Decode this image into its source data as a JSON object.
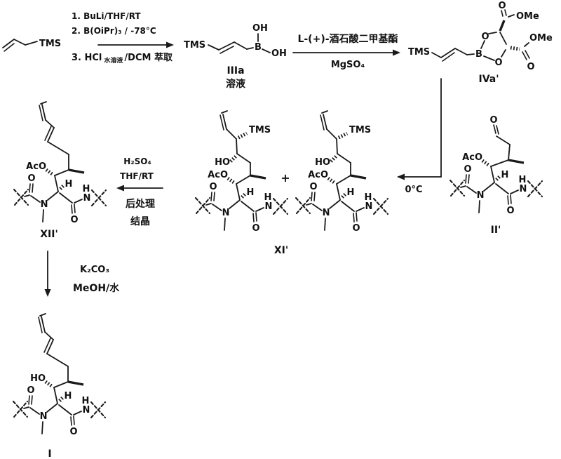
{
  "scheme": {
    "background": "#ffffff",
    "ink": "#1a1a1a"
  },
  "reagents": {
    "step1_line1": "1. BuLi/THF/RT",
    "step1_line2": "2. B(OiPr)₃ / -78°C",
    "step1_line3_pre": "3. HCl",
    "step1_line3_sub": "水溶液",
    "step1_line3_post": "/DCM 萃取",
    "step2_above": "L-(+)-酒石酸二甲基酯",
    "step2_below": "MgSO₄",
    "step3_temp": "0°C",
    "step4_line1": "H₂SO₄",
    "step4_line2": "THF/RT",
    "step4_line3": "后处理",
    "step4_line4": "结晶",
    "step5_line1": "K₂CO₃",
    "step5_line2": "MeOH/水"
  },
  "compounds": {
    "start": {
      "tms": "TMS"
    },
    "iiia": {
      "tms": "TMS",
      "b": "B",
      "oh_top": "OH",
      "oh_right": "OH",
      "label": "IIIa",
      "sublabel": "溶液"
    },
    "iva": {
      "tms": "TMS",
      "b": "B",
      "o_ring_left": "O",
      "o_ring_bottom": "O",
      "o_top": "O",
      "ome_top": "OMe",
      "ome_right": "OMe",
      "o_right": "O",
      "label": "IVa'"
    },
    "ii": {
      "o_aldehyde": "O",
      "aco": "AcO",
      "h": "H",
      "o_acyl": "O",
      "n": "N",
      "o_amide": "O",
      "nh_n": "N",
      "nh_h": "H",
      "label": "II'"
    },
    "xia": {
      "tms": "TMS",
      "ho": "HO",
      "aco": "AcO",
      "h": "H",
      "o_acyl": "O",
      "n": "N",
      "o_amide": "O",
      "nh_n": "N",
      "nh_h": "H"
    },
    "plus": "+",
    "xib": {
      "tms": "TMS",
      "ho": "HO",
      "aco": "AcO",
      "h": "H",
      "o_acyl": "O",
      "n": "N",
      "o_amide": "O",
      "nh_n": "N",
      "nh_h": "H",
      "label": "XI'"
    },
    "xii": {
      "aco": "AcO",
      "h": "H",
      "o_acyl": "O",
      "n": "N",
      "o_amide": "O",
      "nh_n": "N",
      "nh_h": "H",
      "label": "XII'"
    },
    "i": {
      "ho": "HO",
      "h": "H",
      "o_acyl": "O",
      "n": "N",
      "o_amide": "O",
      "nh_n": "N",
      "nh_h": "H",
      "label": "I"
    }
  }
}
